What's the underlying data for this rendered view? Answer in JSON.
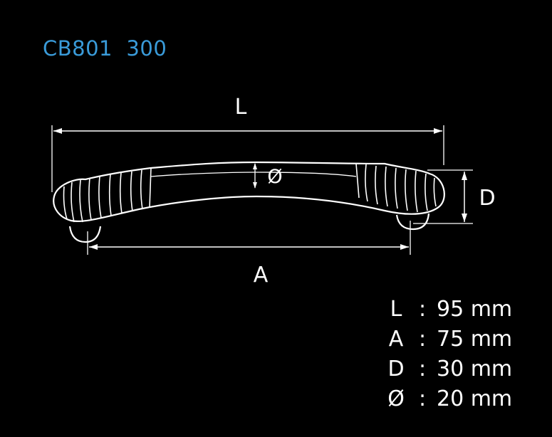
{
  "header": {
    "model_code": "CB801  300"
  },
  "dimension_labels": {
    "length": "L",
    "spacing": "A",
    "depth": "D",
    "diameter": "Ø"
  },
  "specs": [
    {
      "symbol": "L",
      "separator": ":",
      "value": "95 mm"
    },
    {
      "symbol": "A",
      "separator": ":",
      "value": "75 mm"
    },
    {
      "symbol": "D",
      "separator": ":",
      "value": "30 mm"
    },
    {
      "symbol": "Ø",
      "separator": ":",
      "value": "20 mm"
    }
  ],
  "colors": {
    "background": "#000000",
    "title": "#3a9bd9",
    "lines": "#ffffff"
  }
}
